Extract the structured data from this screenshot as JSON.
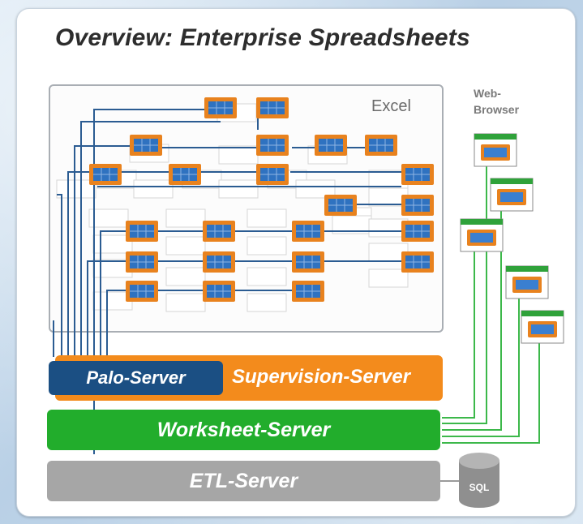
{
  "title": "Overview: Enterprise Spreadsheets",
  "excel_label": "Excel",
  "browser_label_line1": "Web-",
  "browser_label_line2": "Browser",
  "servers": {
    "palo": "Palo-Server",
    "supervision": "Supervision-Server",
    "worksheet": "Worksheet-Server",
    "etl": "ETL-Server"
  },
  "database_label": "SQL",
  "colors": {
    "palo": "#1b4f83",
    "supervision": "#f38b1c",
    "worksheet": "#22ad2c",
    "etl": "#a6a6a6",
    "cube_border": "#e8821e",
    "cube_fill": "#2f72c0"
  },
  "icon_names": [
    "spreadsheet-cube-icon",
    "browser-window-icon",
    "database-icon"
  ]
}
